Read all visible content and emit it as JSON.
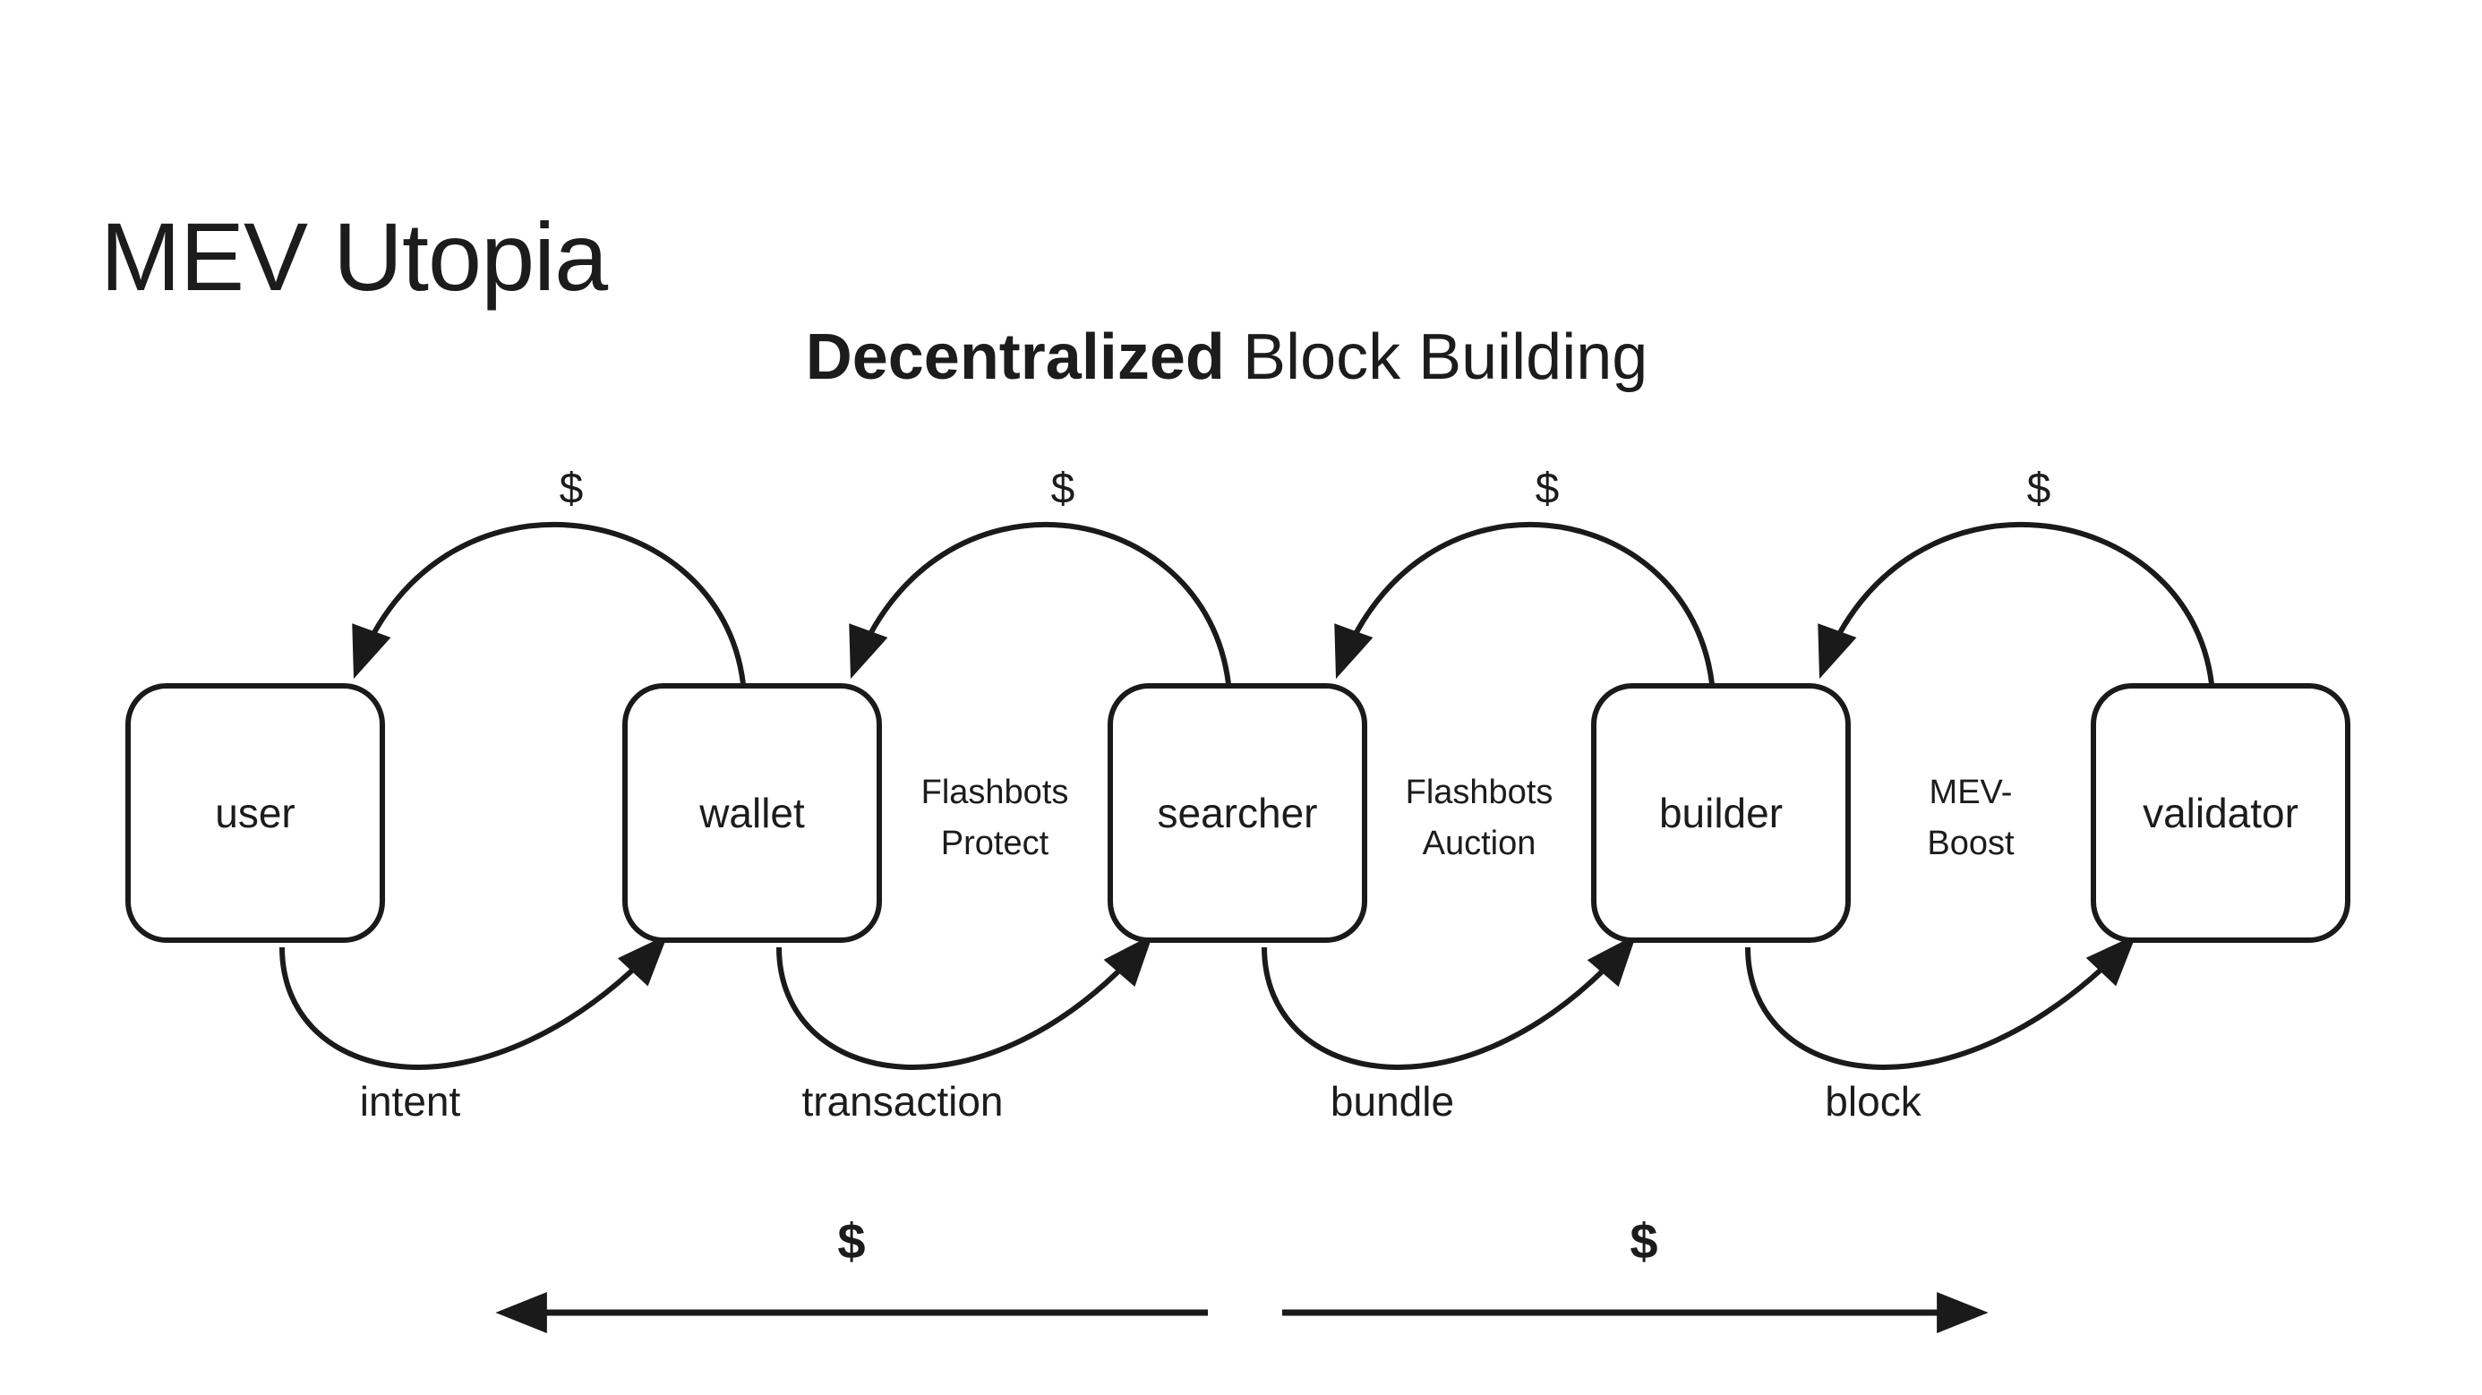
{
  "page": {
    "background_color": "#ffffff",
    "text_color": "#1c1c1c",
    "line_color": "#1a1a1a"
  },
  "title": "MEV Utopia",
  "subtitle": {
    "emphasis": "Decentralized",
    "rest": "Block Building"
  },
  "boxes": [
    {
      "label": "user"
    },
    {
      "label": "wallet"
    },
    {
      "label": "searcher"
    },
    {
      "label": "builder"
    },
    {
      "label": "validator"
    }
  ],
  "top_flows": [
    {
      "from": "wallet",
      "to": "user",
      "amount_label": "$"
    },
    {
      "from": "searcher",
      "to": "wallet",
      "amount_label": "$"
    },
    {
      "from": "builder",
      "to": "searcher",
      "amount_label": "$"
    },
    {
      "from": "validator",
      "to": "builder",
      "amount_label": "$"
    }
  ],
  "bottom_flows": [
    {
      "from": "user",
      "to": "wallet",
      "label": "intent"
    },
    {
      "from": "wallet",
      "to": "searcher",
      "label": "transaction"
    },
    {
      "from": "searcher",
      "to": "builder",
      "label": "bundle"
    },
    {
      "from": "builder",
      "to": "validator",
      "label": "block"
    }
  ],
  "channels": [
    {
      "line1": "Flashbots",
      "line2": "Protect"
    },
    {
      "line1": "Flashbots",
      "line2": "Auction"
    },
    {
      "line1": "MEV-",
      "line2": "Boost"
    }
  ],
  "payment_arrows": {
    "left": {
      "label": "$",
      "direction": "left"
    },
    "right": {
      "label": "$",
      "direction": "right"
    }
  }
}
